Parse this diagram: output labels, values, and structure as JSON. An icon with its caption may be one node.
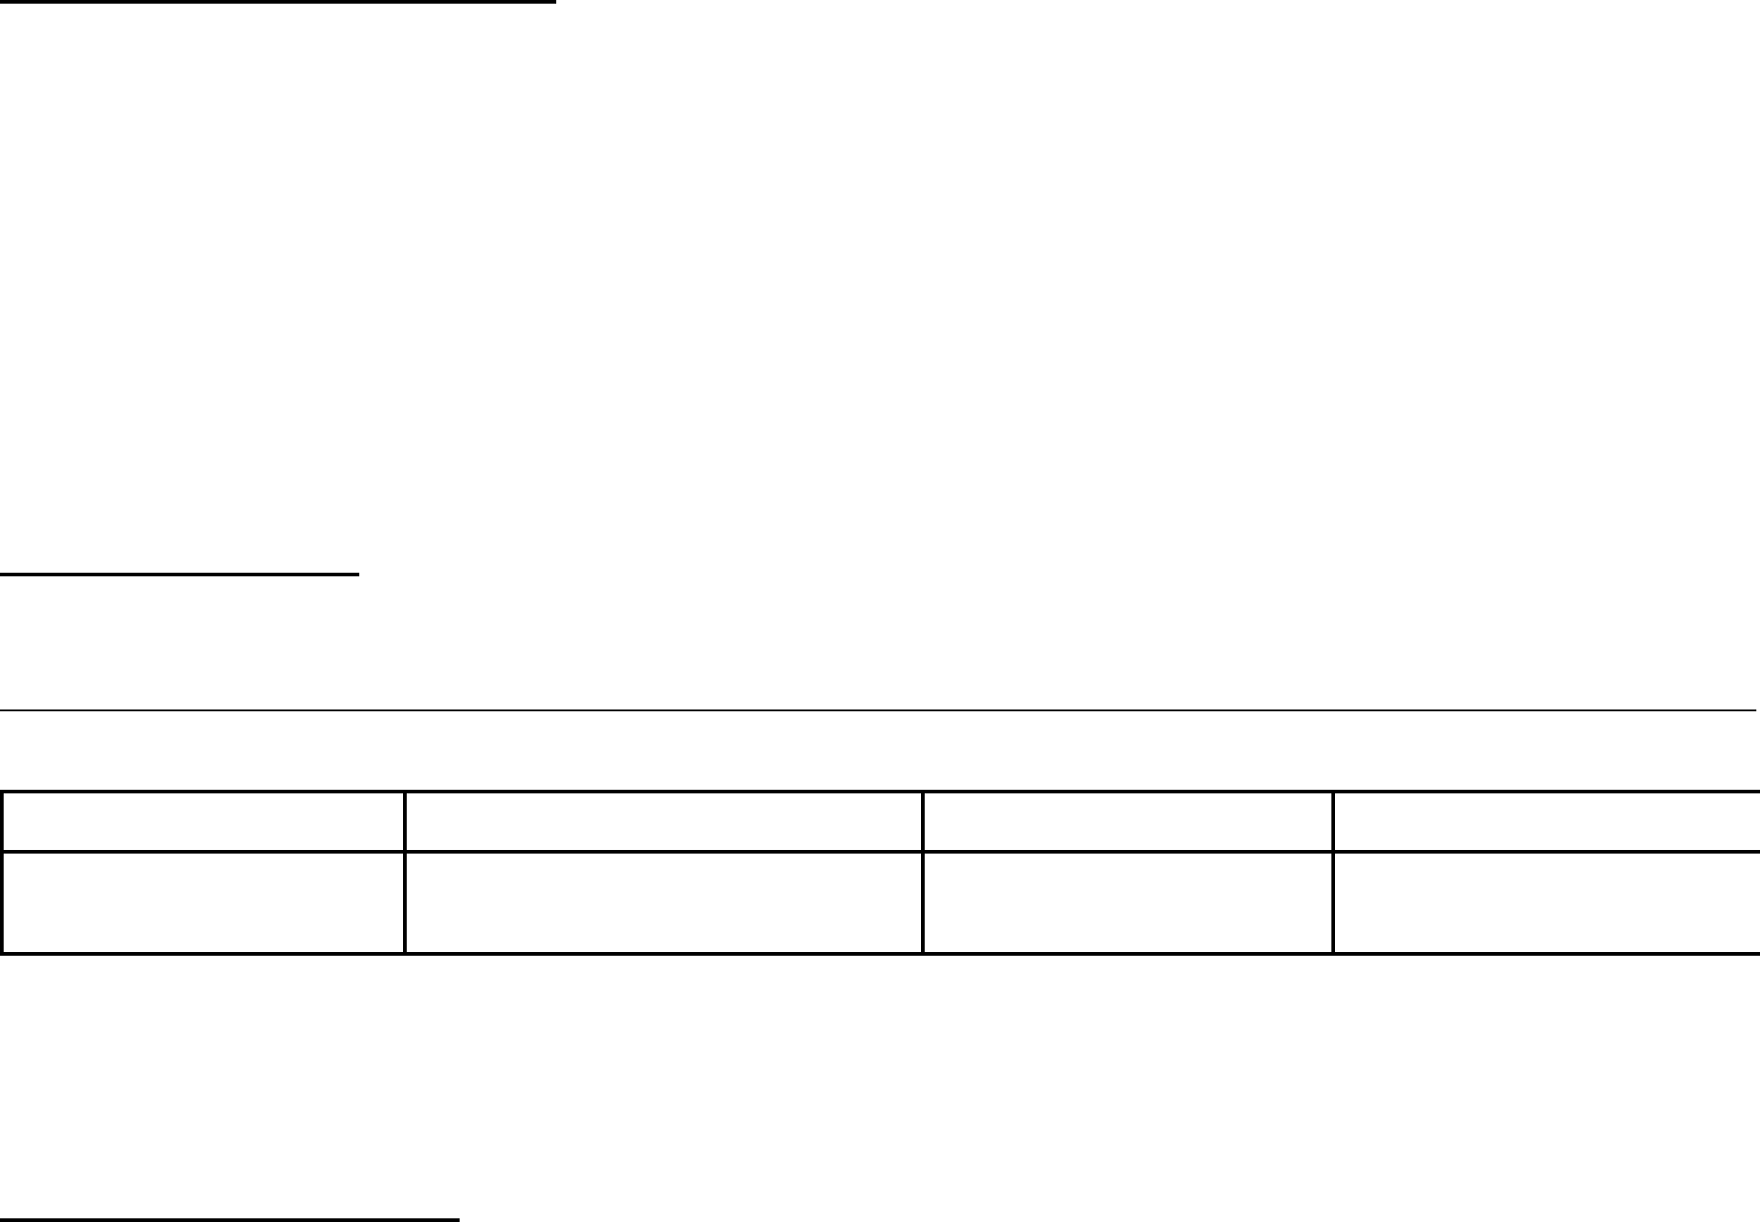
{
  "diagram": {
    "nodes": [
      {
        "text": [],
        "shape": "box"
      },
      {
        "text": [],
        "shape": "box"
      },
      {
        "text": [],
        "shape": "box"
      },
      {
        "text": [],
        "shape": "box"
      },
      {
        "text": [],
        "shape": "box"
      },
      {
        "text": [],
        "shape": "box"
      },
      {
        "text": [],
        "shape": "box"
      },
      {
        "text": [],
        "shape": "box"
      }
    ]
  }
}
